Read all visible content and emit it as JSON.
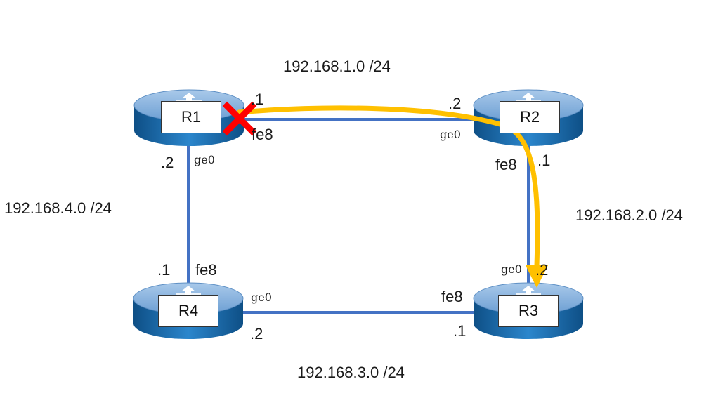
{
  "networks": {
    "r1_r2": "192.168.1.0 /24",
    "r2_r3": "192.168.2.0 /24",
    "r3_r4": "192.168.3.0 /24",
    "r4_r1": "192.168.4.0 /24"
  },
  "routers": {
    "r1": "R1",
    "r2": "R2",
    "r3": "R3",
    "r4": "R4"
  },
  "interfaces": {
    "r1_host_right": ".1",
    "r1_if_right": "fe8",
    "r1_host_down": ".2",
    "r1_if_down": "ge0",
    "r2_host_left": ".2",
    "r2_if_left": "ge0",
    "r2_host_down": ".1",
    "r2_if_down": "fe8",
    "r3_host_up": ".2",
    "r3_if_up": "ge0",
    "r3_host_left": ".1",
    "r3_if_left": "fe8",
    "r4_host_up": ".1",
    "r4_if_up": "fe8",
    "r4_host_right": ".2",
    "r4_if_right": "ge0"
  },
  "colors": {
    "link": "#4472c4",
    "router_top": "#8fb4de",
    "router_body": "#1f6fb2",
    "path_arrow": "#ffc000",
    "failure_mark": "#ff0000"
  },
  "icons": {
    "router": "router-icon",
    "failure": "x-mark-icon",
    "path": "reroute-arrow"
  }
}
